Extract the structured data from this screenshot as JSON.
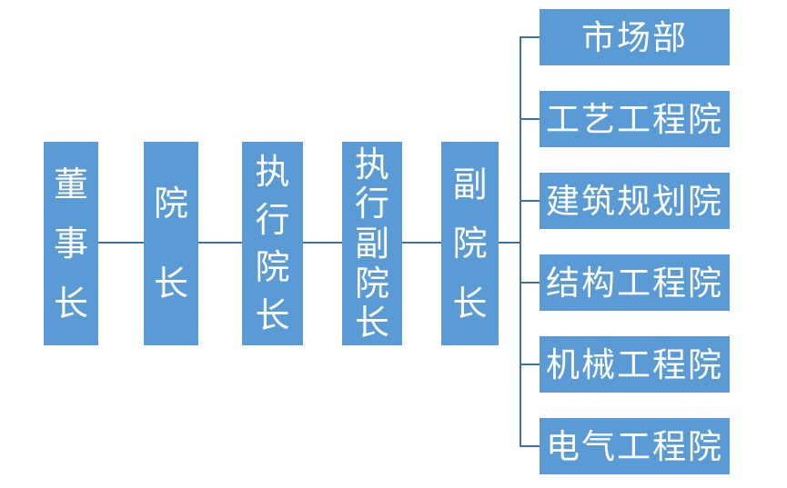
{
  "diagram": {
    "type": "org-chart",
    "colors": {
      "background": "#FFFFFF",
      "box_fill": "#5B9BD5",
      "box_text": "#FFFFFF",
      "connector": "#41719C"
    },
    "chain": [
      {
        "id": "chairman",
        "label": "董事长"
      },
      {
        "id": "dean",
        "label": "院长"
      },
      {
        "id": "executive-dean",
        "label": "执行院长"
      },
      {
        "id": "executive-vice-dean",
        "label": "执行副院长"
      },
      {
        "id": "vice-dean",
        "label": "副院长"
      }
    ],
    "departments": [
      {
        "id": "marketing-dept",
        "label": "市场部"
      },
      {
        "id": "process-engineering",
        "label": "工艺工程院"
      },
      {
        "id": "architecture-planning",
        "label": "建筑规划院"
      },
      {
        "id": "structural-engineering",
        "label": "结构工程院"
      },
      {
        "id": "mechanical-engineering",
        "label": "机械工程院"
      },
      {
        "id": "electrical-engineering",
        "label": "电气工程院"
      }
    ]
  }
}
